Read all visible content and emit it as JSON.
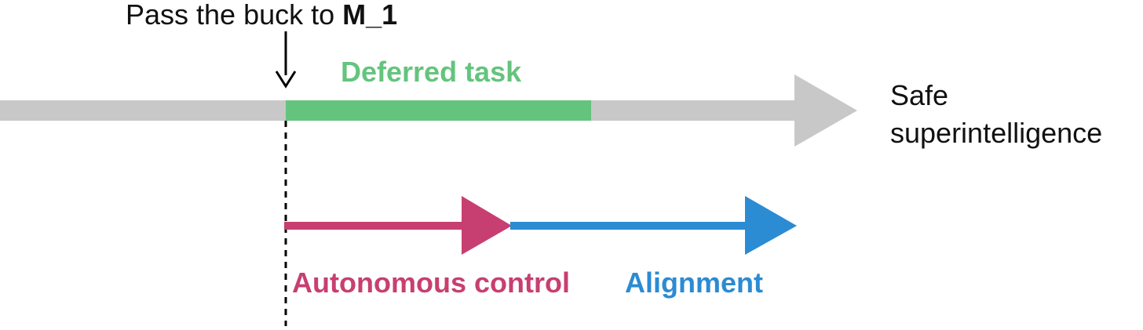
{
  "handoff": {
    "text": "Pass the buck to ",
    "model": "M_1"
  },
  "deferred_task": {
    "label": "Deferred task",
    "color": "#64C47D"
  },
  "goal": {
    "label": "Safe superintelligence"
  },
  "stages": [
    {
      "label": "Autonomous control",
      "color": "#C73F70"
    },
    {
      "label": "Alignment",
      "color": "#2B8BD3"
    }
  ],
  "timeline_color": "#C8C8C8"
}
